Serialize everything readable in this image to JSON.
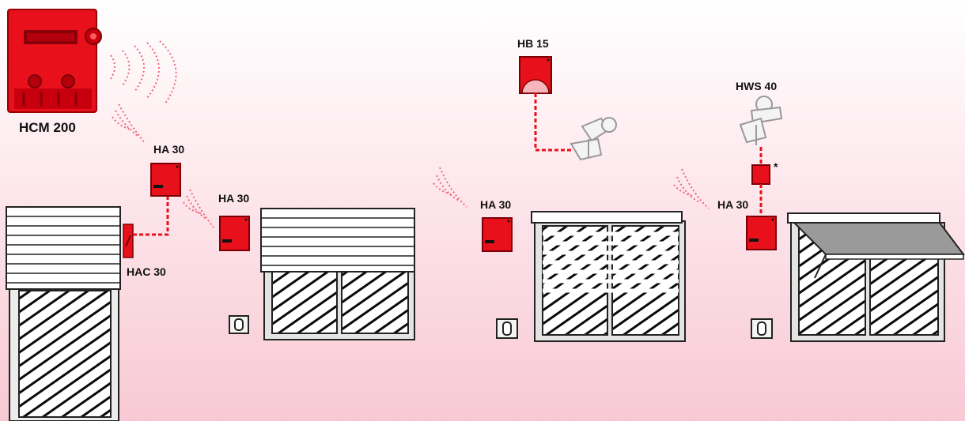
{
  "labels": {
    "hcm": "HCM 200",
    "ha30_a": "HA 30",
    "hac30": "HAC 30",
    "ha30_b": "HA 30",
    "hb15": "HB 15",
    "ha30_c": "HA 30",
    "hws40": "HWS 40",
    "ha30_d": "HA 30",
    "asterisk": "*"
  },
  "colors": {
    "device_red": "#e8101a",
    "device_dark": "#8a0008",
    "wire": "#e8101a",
    "signal": "#ee6a7a",
    "glass_black": "#0a0a0a",
    "frame_gray": "#d8d8d8"
  },
  "devices": [
    {
      "id": "hcm200",
      "type": "central-controller"
    },
    {
      "id": "ha30",
      "type": "radio-actuator",
      "count": 4
    },
    {
      "id": "hac30",
      "type": "wall-switch"
    },
    {
      "id": "hb15",
      "type": "light-sensor"
    },
    {
      "id": "hws40",
      "type": "wind-sensor"
    }
  ]
}
